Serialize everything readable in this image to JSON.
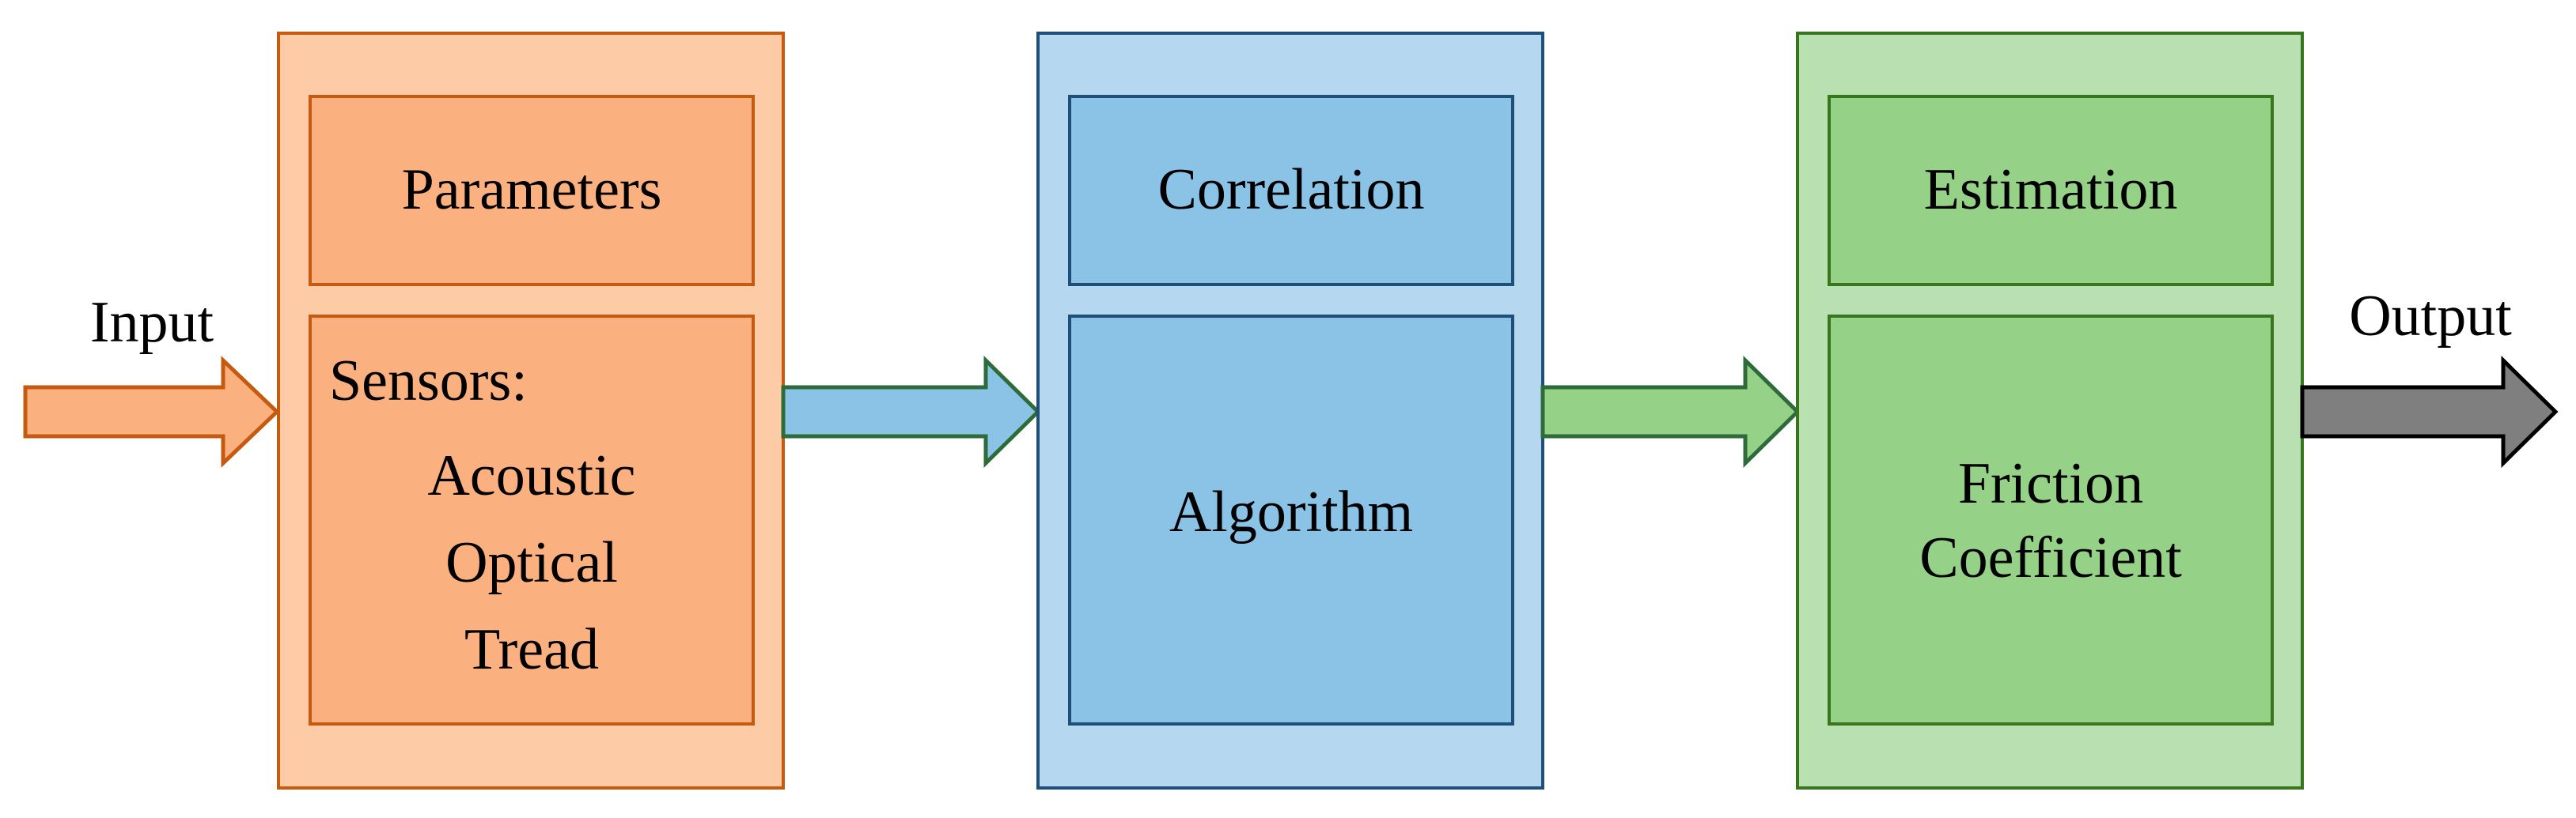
{
  "diagram": {
    "input_label": "Input",
    "output_label": "Output",
    "blocks": [
      {
        "header": "Parameters",
        "body_title": "Sensors:",
        "body_items": [
          "Acoustic",
          "Optical",
          "Tread"
        ],
        "colors": {
          "outer_fill": "#fdcba6",
          "inner_fill": "#fbb080",
          "stroke": "#c55a11"
        }
      },
      {
        "header": "Correlation",
        "body_lines": [
          "Algorithm"
        ],
        "colors": {
          "outer_fill": "#b5d7f0",
          "inner_fill": "#8bc3e6",
          "stroke": "#1f4e79"
        }
      },
      {
        "header": "Estimation",
        "body_lines": [
          "Friction",
          "Coefficient"
        ],
        "colors": {
          "outer_fill": "#b9e0b0",
          "inner_fill": "#95d186",
          "stroke": "#38761d"
        }
      }
    ],
    "arrow_colors": {
      "input": {
        "fill": "#fbb080",
        "stroke": "#c55a11"
      },
      "link1": {
        "fill": "#8bc3e6",
        "stroke": "#2e6b3a"
      },
      "link2": {
        "fill": "#95d186",
        "stroke": "#2e6b3a"
      },
      "output": {
        "fill": "#7f7f7f",
        "stroke": "#000000"
      }
    }
  }
}
